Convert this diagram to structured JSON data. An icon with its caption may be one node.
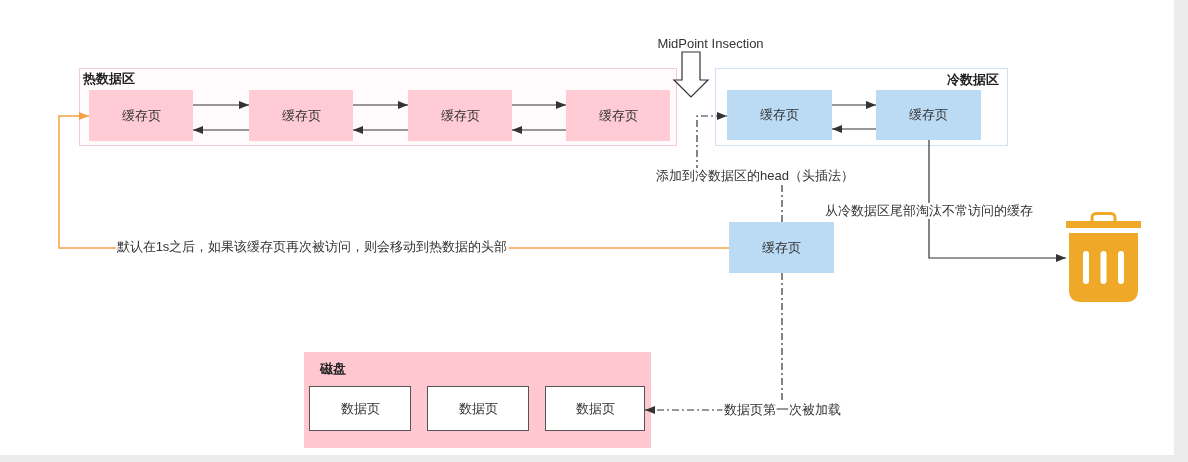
{
  "diagram": {
    "nodes": [
      {
        "text": [
          "热数据区"
        ]
      },
      {
        "text": [
          "缓存页"
        ],
        "in": 0
      },
      {
        "text": [
          "缓存页"
        ],
        "in": 0
      },
      {
        "text": [
          "缓存页"
        ],
        "in": 0
      },
      {
        "text": [
          "缓存页"
        ],
        "in": 0
      },
      {
        "text": [
          "冷数据区"
        ]
      },
      {
        "text": [
          "缓存页"
        ],
        "in": 5
      },
      {
        "text": [
          "缓存页"
        ],
        "in": 5
      },
      {
        "text": [
          "缓存页"
        ]
      },
      {
        "text": [],
        "shape": "picture"
      },
      {
        "text": [
          "磁盘"
        ]
      },
      {
        "text": [
          "数据页"
        ],
        "in": 10
      },
      {
        "text": [
          "数据页"
        ],
        "in": 10
      },
      {
        "text": [
          "数据页"
        ],
        "in": 10
      },
      {
        "text": [
          "MidPoint Insection"
        ]
      }
    ],
    "edges": [
      {
        "from": 1,
        "to": 2,
        "arrow": "to"
      },
      {
        "from": 2,
        "to": 1,
        "arrow": "to"
      },
      {
        "from": 2,
        "to": 3,
        "arrow": "to"
      },
      {
        "from": 3,
        "to": 2,
        "arrow": "to"
      },
      {
        "from": 3,
        "to": 4,
        "arrow": "to"
      },
      {
        "from": 4,
        "to": 3,
        "arrow": "to"
      },
      {
        "from": 6,
        "to": 7,
        "arrow": "to"
      },
      {
        "from": 7,
        "to": 6,
        "arrow": "to"
      },
      {
        "from": 7,
        "to": 9,
        "arrow": "to",
        "label": "从冷数据区尾部淘汰不常访问的缓存"
      },
      {
        "from": 8,
        "to": 6,
        "arrow": "to",
        "label": "添加到冷数据区的head（头插法）",
        "style": "dashed"
      },
      {
        "from": 8,
        "to": 1,
        "arrow": "to",
        "label": "默认在1s之后，如果该缓存页再次被访问，则会移动到热数据的头部",
        "color": "#f5a145"
      },
      {
        "from": 8,
        "to": 13,
        "arrow": "to",
        "label": "数据页第一次被加载",
        "style": "dashed"
      },
      {
        "from": 14,
        "to": null,
        "arrow": "to",
        "style": "thick"
      }
    ]
  }
}
